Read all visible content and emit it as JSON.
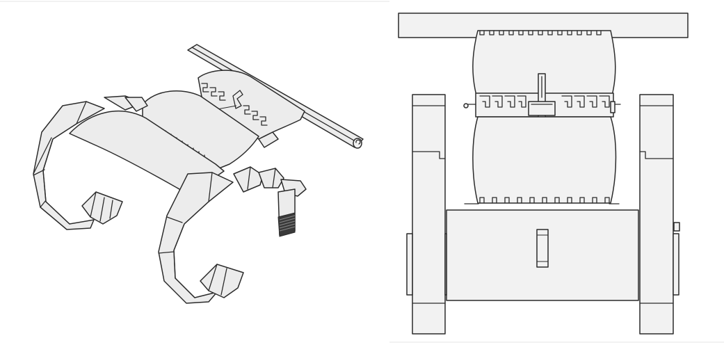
{
  "figure": {
    "views": [
      {
        "id": "isometric-view",
        "icon": "isometric-assembly-drawing"
      },
      {
        "id": "front-view",
        "icon": "orthographic-front-drawing"
      }
    ],
    "colors": {
      "line": "#2b2b2b",
      "fill": "#ececec",
      "background": "#ffffff"
    }
  }
}
